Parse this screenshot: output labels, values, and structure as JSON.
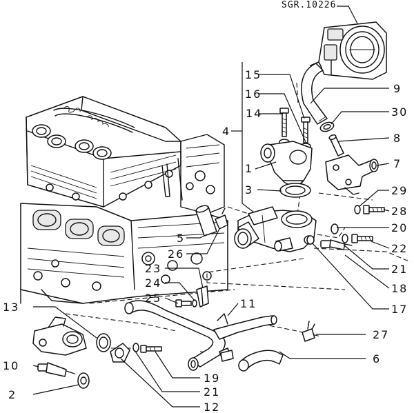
{
  "reference_code": "SGR.10226",
  "callouts": {
    "c1": "1",
    "c2": "2",
    "c3": "3",
    "c4": "4",
    "c5": "5",
    "c6": "6",
    "c7": "7",
    "c8": "8",
    "c9": "9",
    "c10": "10",
    "c11": "11",
    "c12": "12",
    "c13": "13",
    "c14": "14",
    "c15": "15",
    "c16": "16",
    "c17": "17",
    "c18": "18",
    "c19": "19",
    "c20": "20",
    "c21a": "21",
    "c21b": "21",
    "c22": "22",
    "c23": "23",
    "c24": "24",
    "c25": "25",
    "c26": "26",
    "c27": "27",
    "c28": "28",
    "c29": "29",
    "c30": "30"
  }
}
